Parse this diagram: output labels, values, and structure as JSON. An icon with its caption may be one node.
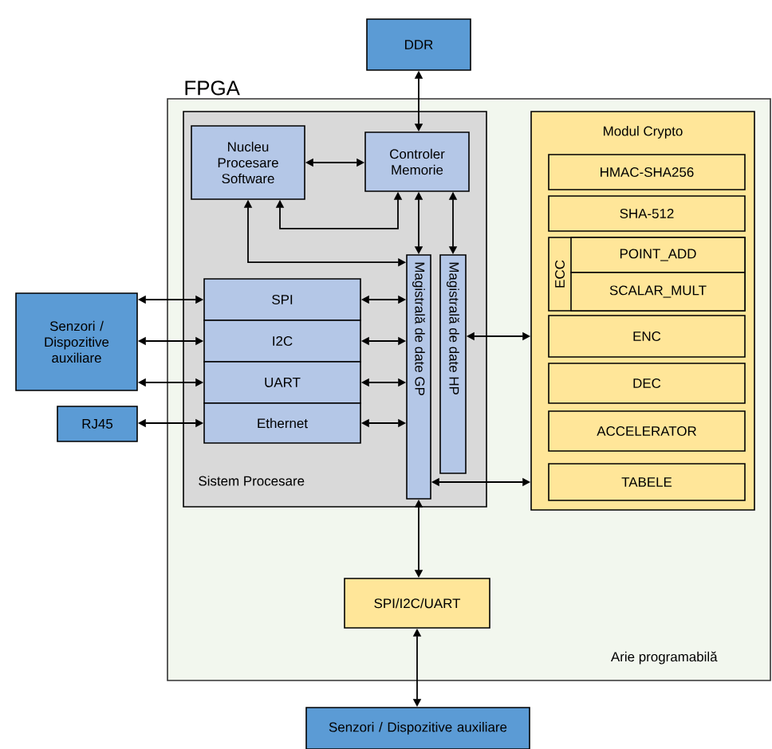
{
  "diagram": {
    "nodes": [
      {
        "text": [
          "DDR"
        ]
      },
      {
        "text": [
          "FPGA",
          "Arie programabilă"
        ]
      },
      {
        "text": [
          "Sistem Procesare"
        ],
        "in": 1
      },
      {
        "text": [
          "Nucleu Procesare Software"
        ],
        "in": 2
      },
      {
        "text": [
          "Controler Memorie"
        ],
        "in": 2
      },
      {
        "text": [
          "Magistrală de date GP"
        ],
        "in": 2
      },
      {
        "text": [
          "Magistrală de date HP"
        ],
        "in": 2
      },
      {
        "text": [
          "SPI"
        ],
        "in": 2
      },
      {
        "text": [
          "I2C"
        ],
        "in": 2
      },
      {
        "text": [
          "UART"
        ],
        "in": 2
      },
      {
        "text": [
          "Ethernet"
        ],
        "in": 2
      },
      {
        "text": [
          "Senzori / Dispozitive auxiliare"
        ]
      },
      {
        "text": [
          "RJ45"
        ]
      },
      {
        "text": [
          "Modul Crypto"
        ],
        "in": 1
      },
      {
        "text": [
          "HMAC-SHA256"
        ],
        "in": 13
      },
      {
        "text": [
          "SHA-512"
        ],
        "in": 13
      },
      {
        "text": [
          "ECC"
        ],
        "in": 13
      },
      {
        "text": [
          "POINT_ADD"
        ],
        "in": 16
      },
      {
        "text": [
          "SCALAR_MULT"
        ],
        "in": 16
      },
      {
        "text": [
          "ENC"
        ],
        "in": 13
      },
      {
        "text": [
          "DEC"
        ],
        "in": 13
      },
      {
        "text": [
          "ACCELERATOR"
        ],
        "in": 13
      },
      {
        "text": [
          "TABELE"
        ],
        "in": 13
      },
      {
        "text": [
          "SPI/I2C/UART"
        ],
        "in": 1
      },
      {
        "text": [
          "Senzori / Dispozitive auxiliare"
        ]
      }
    ],
    "edges": [
      {
        "from": 0,
        "to": 4,
        "arrow": "both"
      },
      {
        "from": 3,
        "to": 4,
        "arrow": "both"
      },
      {
        "from": 3,
        "to": 4,
        "arrow": "both"
      },
      {
        "from": 3,
        "to": 5,
        "arrow": "both"
      },
      {
        "from": 4,
        "to": 5,
        "arrow": "both"
      },
      {
        "from": 4,
        "to": 6,
        "arrow": "both"
      },
      {
        "from": 11,
        "to": 7,
        "arrow": "both"
      },
      {
        "from": 11,
        "to": 8,
        "arrow": "both"
      },
      {
        "from": 11,
        "to": 9,
        "arrow": "both"
      },
      {
        "from": 12,
        "to": 10,
        "arrow": "both"
      },
      {
        "from": 7,
        "to": 5,
        "arrow": "both"
      },
      {
        "from": 8,
        "to": 5,
        "arrow": "both"
      },
      {
        "from": 9,
        "to": 5,
        "arrow": "both"
      },
      {
        "from": 10,
        "to": 5,
        "arrow": "both"
      },
      {
        "from": 6,
        "to": 13,
        "arrow": "both"
      },
      {
        "from": 5,
        "to": 13,
        "arrow": "both"
      },
      {
        "from": 5,
        "to": 23,
        "arrow": "both"
      },
      {
        "from": 23,
        "to": 24,
        "arrow": "both"
      }
    ]
  }
}
